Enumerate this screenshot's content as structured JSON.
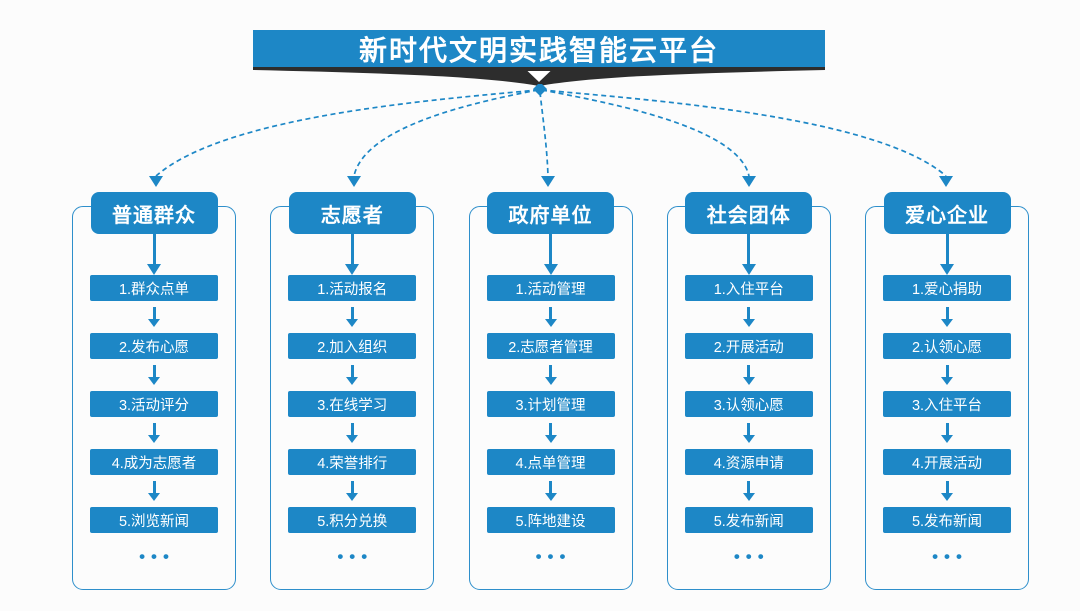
{
  "title": "新时代文明实践智能云平台",
  "colors": {
    "accent_blue": "#1d87c6",
    "outline_blue": "#2e8fcb",
    "ribbon_dark": "#2d2d2d",
    "background": "#fcfcfc",
    "text_on_blue": "#ffffff"
  },
  "columns": [
    {
      "header": "普通群众",
      "steps": [
        "1.群众点单",
        "2.发布心愿",
        "3.活动评分",
        "4.成为志愿者",
        "5.浏览新闻"
      ],
      "more": "•••"
    },
    {
      "header": "志愿者",
      "steps": [
        "1.活动报名",
        "2.加入组织",
        "3.在线学习",
        "4.荣誉排行",
        "5.积分兑换"
      ],
      "more": "•••"
    },
    {
      "header": "政府单位",
      "steps": [
        "1.活动管理",
        "2.志愿者管理",
        "3.计划管理",
        "4.点单管理",
        "5.阵地建设"
      ],
      "more": "•••"
    },
    {
      "header": "社会团体",
      "steps": [
        "1.入住平台",
        "2.开展活动",
        "3.认领心愿",
        "4.资源申请",
        "5.发布新闻"
      ],
      "more": "•••"
    },
    {
      "header": "爱心企业",
      "steps": [
        "1.爱心捐助",
        "2.认领心愿",
        "3.入住平台",
        "4.开展活动",
        "5.发布新闻"
      ],
      "more": "•••"
    }
  ]
}
